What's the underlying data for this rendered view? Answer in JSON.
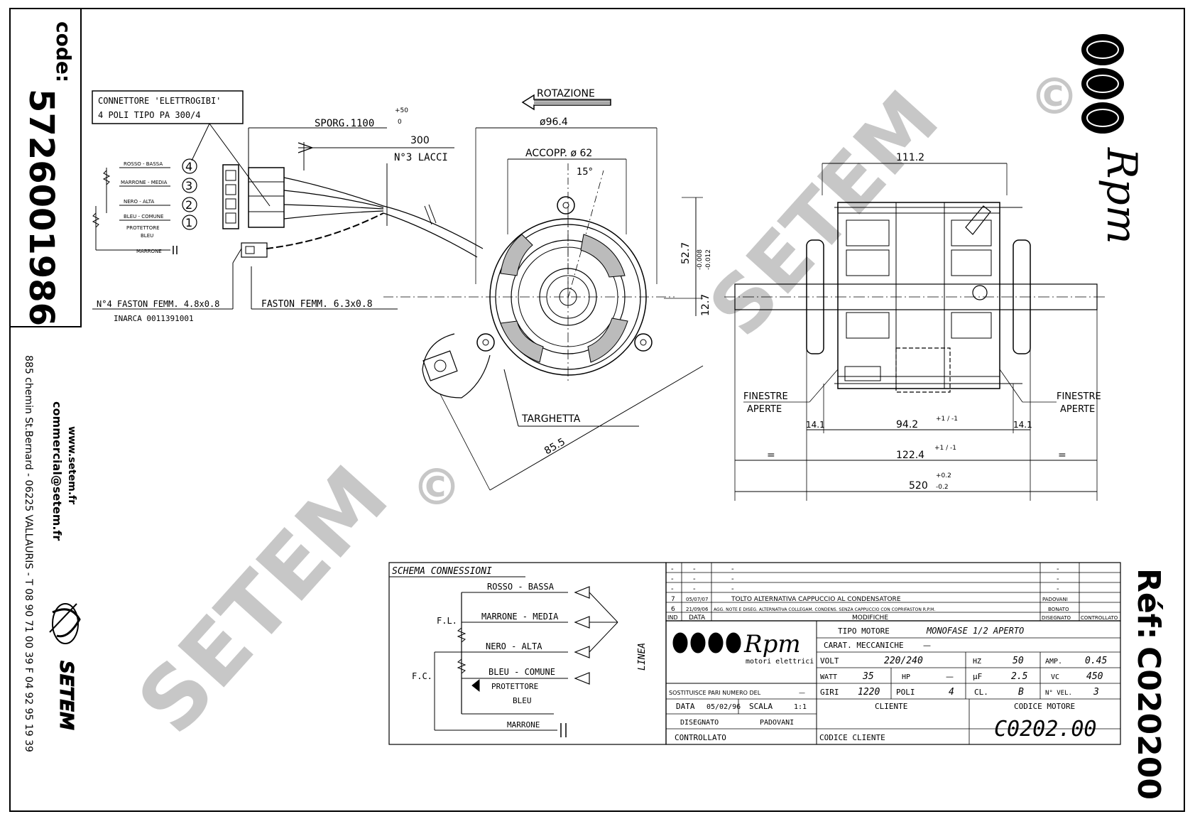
{
  "left_panel": {
    "code_label": "code:",
    "code_value": "5726001986",
    "website": "www.setem.fr",
    "email": "commercial@setem.fr",
    "address": "885 chemin St.Bernard - 06225 VALLAURIS - T 08 90 71 00 39  F 04 92 95 19 39",
    "logo_text": "SETEM"
  },
  "right_panel": {
    "brand": "Rpm",
    "ref_label": "Réf:",
    "ref_value": "C020200"
  },
  "watermark": {
    "text": "SETEM",
    "symbol": "©"
  },
  "connector": {
    "title_line1": "CONNETTORE 'ELETTROGIBI'",
    "title_line2": "4 POLI TIPO PA 300/4",
    "wires": [
      {
        "label": "ROSSO - BASSA",
        "pin": "4"
      },
      {
        "label": "MARRONE - MEDIA",
        "pin": "3"
      },
      {
        "label": "NERO - ALTA",
        "pin": "2"
      },
      {
        "label": "BLEU - COMUNE",
        "pin": "1"
      }
    ],
    "protettore": "PROTETTORE",
    "bleu": "BLEU",
    "marrone": "MARRONE",
    "faston1_line1": "N°4 FASTON FEMM. 4.8x0.8",
    "faston1_line2": "INARCA 0011391001",
    "faston2": "FASTON FEMM. 6.3x0.8"
  },
  "front_view": {
    "rotazione": "ROTAZIONE",
    "sporg": "SPORG.1100",
    "sporg_tol_upper": "+50",
    "sporg_tol_lower": "0",
    "dim_300": "300",
    "lacci": "N°3 LACCI",
    "dia_96": "ø96.4",
    "accopp": "ACCOPP. ø 62",
    "angle": "15°",
    "dim_52": "52.7",
    "dim_52_tol_upper": "-0.008",
    "dim_52_tol_lower": "-0.012",
    "dim_12": "12.7",
    "targhetta": "TARGHETTA",
    "dim_85": "85.5"
  },
  "side_view": {
    "dim_111": "111.2",
    "finestre_left_1": "FINESTRE",
    "finestre_left_2": "APERTE",
    "finestre_right_1": "FINESTRE",
    "finestre_right_2": "APERTE",
    "dim_14a": "14.1",
    "dim_94": "94.2",
    "tol_94": "+1 / -1",
    "dim_14b": "14.1",
    "eq_left": "=",
    "dim_122": "122.4",
    "tol_122": "+1 / -1",
    "eq_right": "=",
    "dim_520": "520",
    "tol_520_upper": "+0.2",
    "tol_520_lower": "-0.2"
  },
  "schema": {
    "title": "SCHEMA CONNESSIONI",
    "rosso": "ROSSO - BASSA",
    "marrone_media": "MARRONE - MEDIA",
    "nero": "NERO - ALTA",
    "bleu_comune": "BLEU - COMUNE",
    "protettore": "PROTETTORE",
    "bleu": "BLEU",
    "marrone": "MARRONE",
    "fl": "F.L.",
    "fc": "F.C.",
    "linea": "LINEA"
  },
  "revisions": {
    "rows": [
      {
        "ind": "-",
        "data": "-",
        "desc": "-",
        "dis": "-"
      },
      {
        "ind": "-",
        "data": "-",
        "desc": "-",
        "dis": "-"
      },
      {
        "ind": "-",
        "data": "-",
        "desc": "-",
        "dis": "-"
      },
      {
        "ind": "7",
        "data": "05/07/07",
        "desc": "TOLTO ALTERNATIVA CAPPUCCIO AL CONDENSATORE",
        "dis": "PADOVANI"
      },
      {
        "ind": "6",
        "data": "21/09/06",
        "desc": "AGG. NOTE E DISEG. ALTERNATIVA COLLEGAM. CONDENS. SENZA CAPPUCCIO CON COPRIFASTON R.P.M.",
        "dis": "BONATO"
      }
    ],
    "headers": [
      "IND",
      "DATA",
      "MODIFICHE",
      "DISEGNATO",
      "CONTROLLATO"
    ]
  },
  "title_block": {
    "brand": "Rpm",
    "brand_sub": "motori elettrici",
    "tipo_motore_label": "TIPO MOTORE",
    "tipo_motore_value": "MONOFASE 1/2 APERTO",
    "carat_label": "CARAT. MECCANICHE",
    "carat_value": "—",
    "volt_label": "VOLT",
    "volt_value": "220/240",
    "hz_label": "HZ",
    "hz_value": "50",
    "amp_label": "AMP.",
    "amp_value": "0.45",
    "watt_label": "WATT",
    "watt_value": "35",
    "hp_label": "HP",
    "hp_value": "—",
    "uf_label": "µF",
    "uf_value": "2.5",
    "vc_label": "VC",
    "vc_value": "450",
    "giri_label": "GIRI",
    "giri_value": "1220",
    "poli_label": "POLI",
    "poli_value": "4",
    "cl_label": "CL.",
    "cl_value": "B",
    "nvel_label": "N° VEL.",
    "nvel_value": "3",
    "sostituisce": "SOSTITUISCE PARI NUMERO DEL",
    "sostituisce_value": "—",
    "data_label": "DATA",
    "data_value": "05/02/96",
    "scala_label": "SCALA",
    "scala_value": "1:1",
    "disegnato_label": "DISEGNATO",
    "disegnato_value": "PADOVANI",
    "controllato_label": "CONTROLLATO",
    "cliente_label": "CLIENTE",
    "codice_cliente_label": "CODICE CLIENTE",
    "codice_motore_label": "CODICE MOTORE",
    "codice_motore_value": "C0202.00"
  }
}
